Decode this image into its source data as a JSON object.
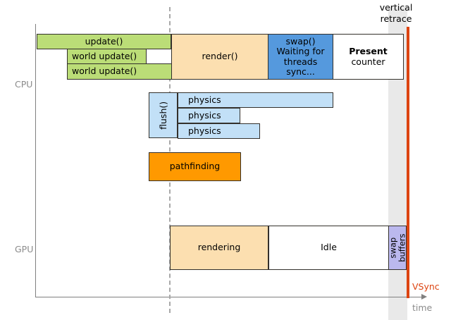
{
  "diagram": {
    "title_hidden": "",
    "annotations": {
      "vertical_retrace": "vertical\nretrace",
      "vsync": "VSync",
      "time": "time"
    },
    "lanes": [
      {
        "id": "cpu",
        "label": "CPU"
      },
      {
        "id": "gpu",
        "label": "GPU"
      }
    ],
    "cpu_track": {
      "update": "update()",
      "world_update_1": "world update()",
      "world_update_2": "world update()",
      "render": "render()",
      "swap": "swap()\nWaiting for\nthreads sync...",
      "present_bold": "Present",
      "present_rest": "counter"
    },
    "worker_track": {
      "flush": "flush()",
      "physics_1": "physics",
      "physics_2": "physics",
      "physics_3": "physics"
    },
    "ai_track": {
      "pathfinding": "pathfinding"
    },
    "gpu_track": {
      "rendering": "rendering",
      "idle": "Idle",
      "swap_buffers": "swap\nbuffers"
    },
    "colors": {
      "green": "#bbdd77",
      "peach": "#fcdfb0",
      "blue": "#5599dd",
      "light_blue": "#c2e0f7",
      "orange": "#ff9900",
      "lavender": "#bbb8ee",
      "retrace_band": "#e9e9e9",
      "retrace_line": "#dd4411",
      "axis": "#808080"
    }
  }
}
